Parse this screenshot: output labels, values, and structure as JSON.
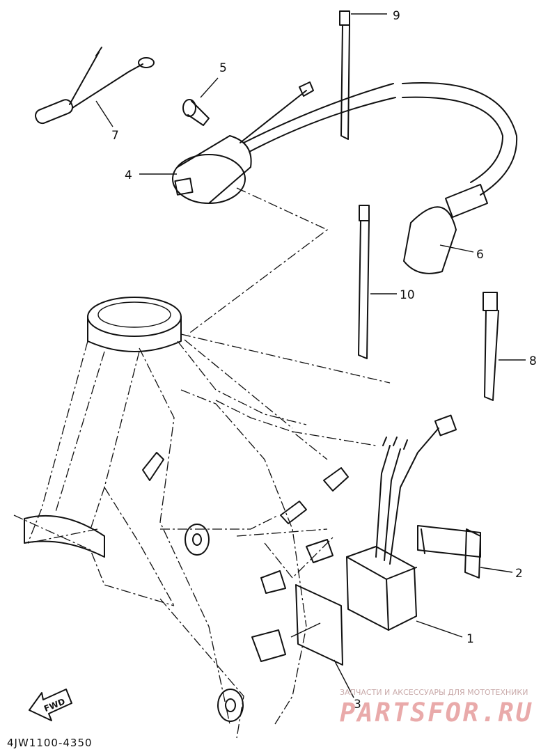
{
  "parts": [
    {
      "number": "1"
    },
    {
      "number": "2"
    },
    {
      "number": "3"
    },
    {
      "number": "4"
    },
    {
      "number": "5"
    },
    {
      "number": "6"
    },
    {
      "number": "7"
    },
    {
      "number": "8"
    },
    {
      "number": "9"
    },
    {
      "number": "10"
    }
  ],
  "diagram_code": "4JW1100-4350",
  "direction_label": "FWD",
  "watermark": {
    "tagline": "ЗАПЧАСТИ И АКСЕССУАРЫ ДЛЯ МОТОТЕХНИКИ",
    "site": "PARTSFOR.RU"
  },
  "colors": {
    "ink": "#111111",
    "background": "#ffffff",
    "watermark": "#e9aaaa"
  }
}
